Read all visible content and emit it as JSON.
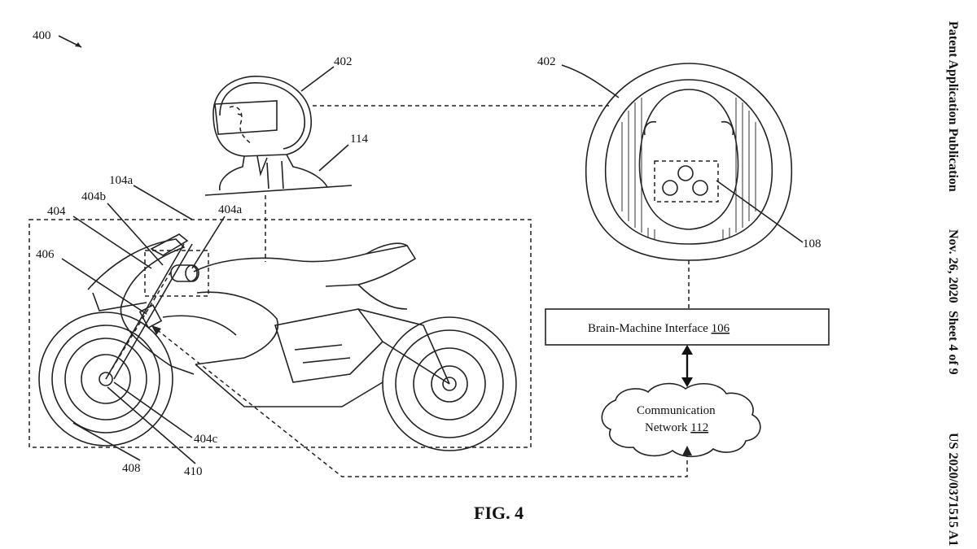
{
  "header": {
    "publication": "Patent Application Publication",
    "date": "Nov. 26, 2020",
    "sheet": "Sheet 4 of 9",
    "number": "US 2020/0371515 A1"
  },
  "figure": {
    "caption": "FIG. 4",
    "labels": {
      "l400": "400",
      "l402_left": "402",
      "l402_right": "402",
      "l114": "114",
      "l104a": "104a",
      "l404b": "404b",
      "l404": "404",
      "l404a": "404a",
      "l406": "406",
      "l108": "108",
      "l404c": "404c",
      "l408": "408",
      "l410": "410"
    },
    "bmi": {
      "text": "Brain-Machine Interface ",
      "ref": "106"
    },
    "network": {
      "line1": "Communication",
      "line2": "Network ",
      "ref": "112"
    }
  }
}
